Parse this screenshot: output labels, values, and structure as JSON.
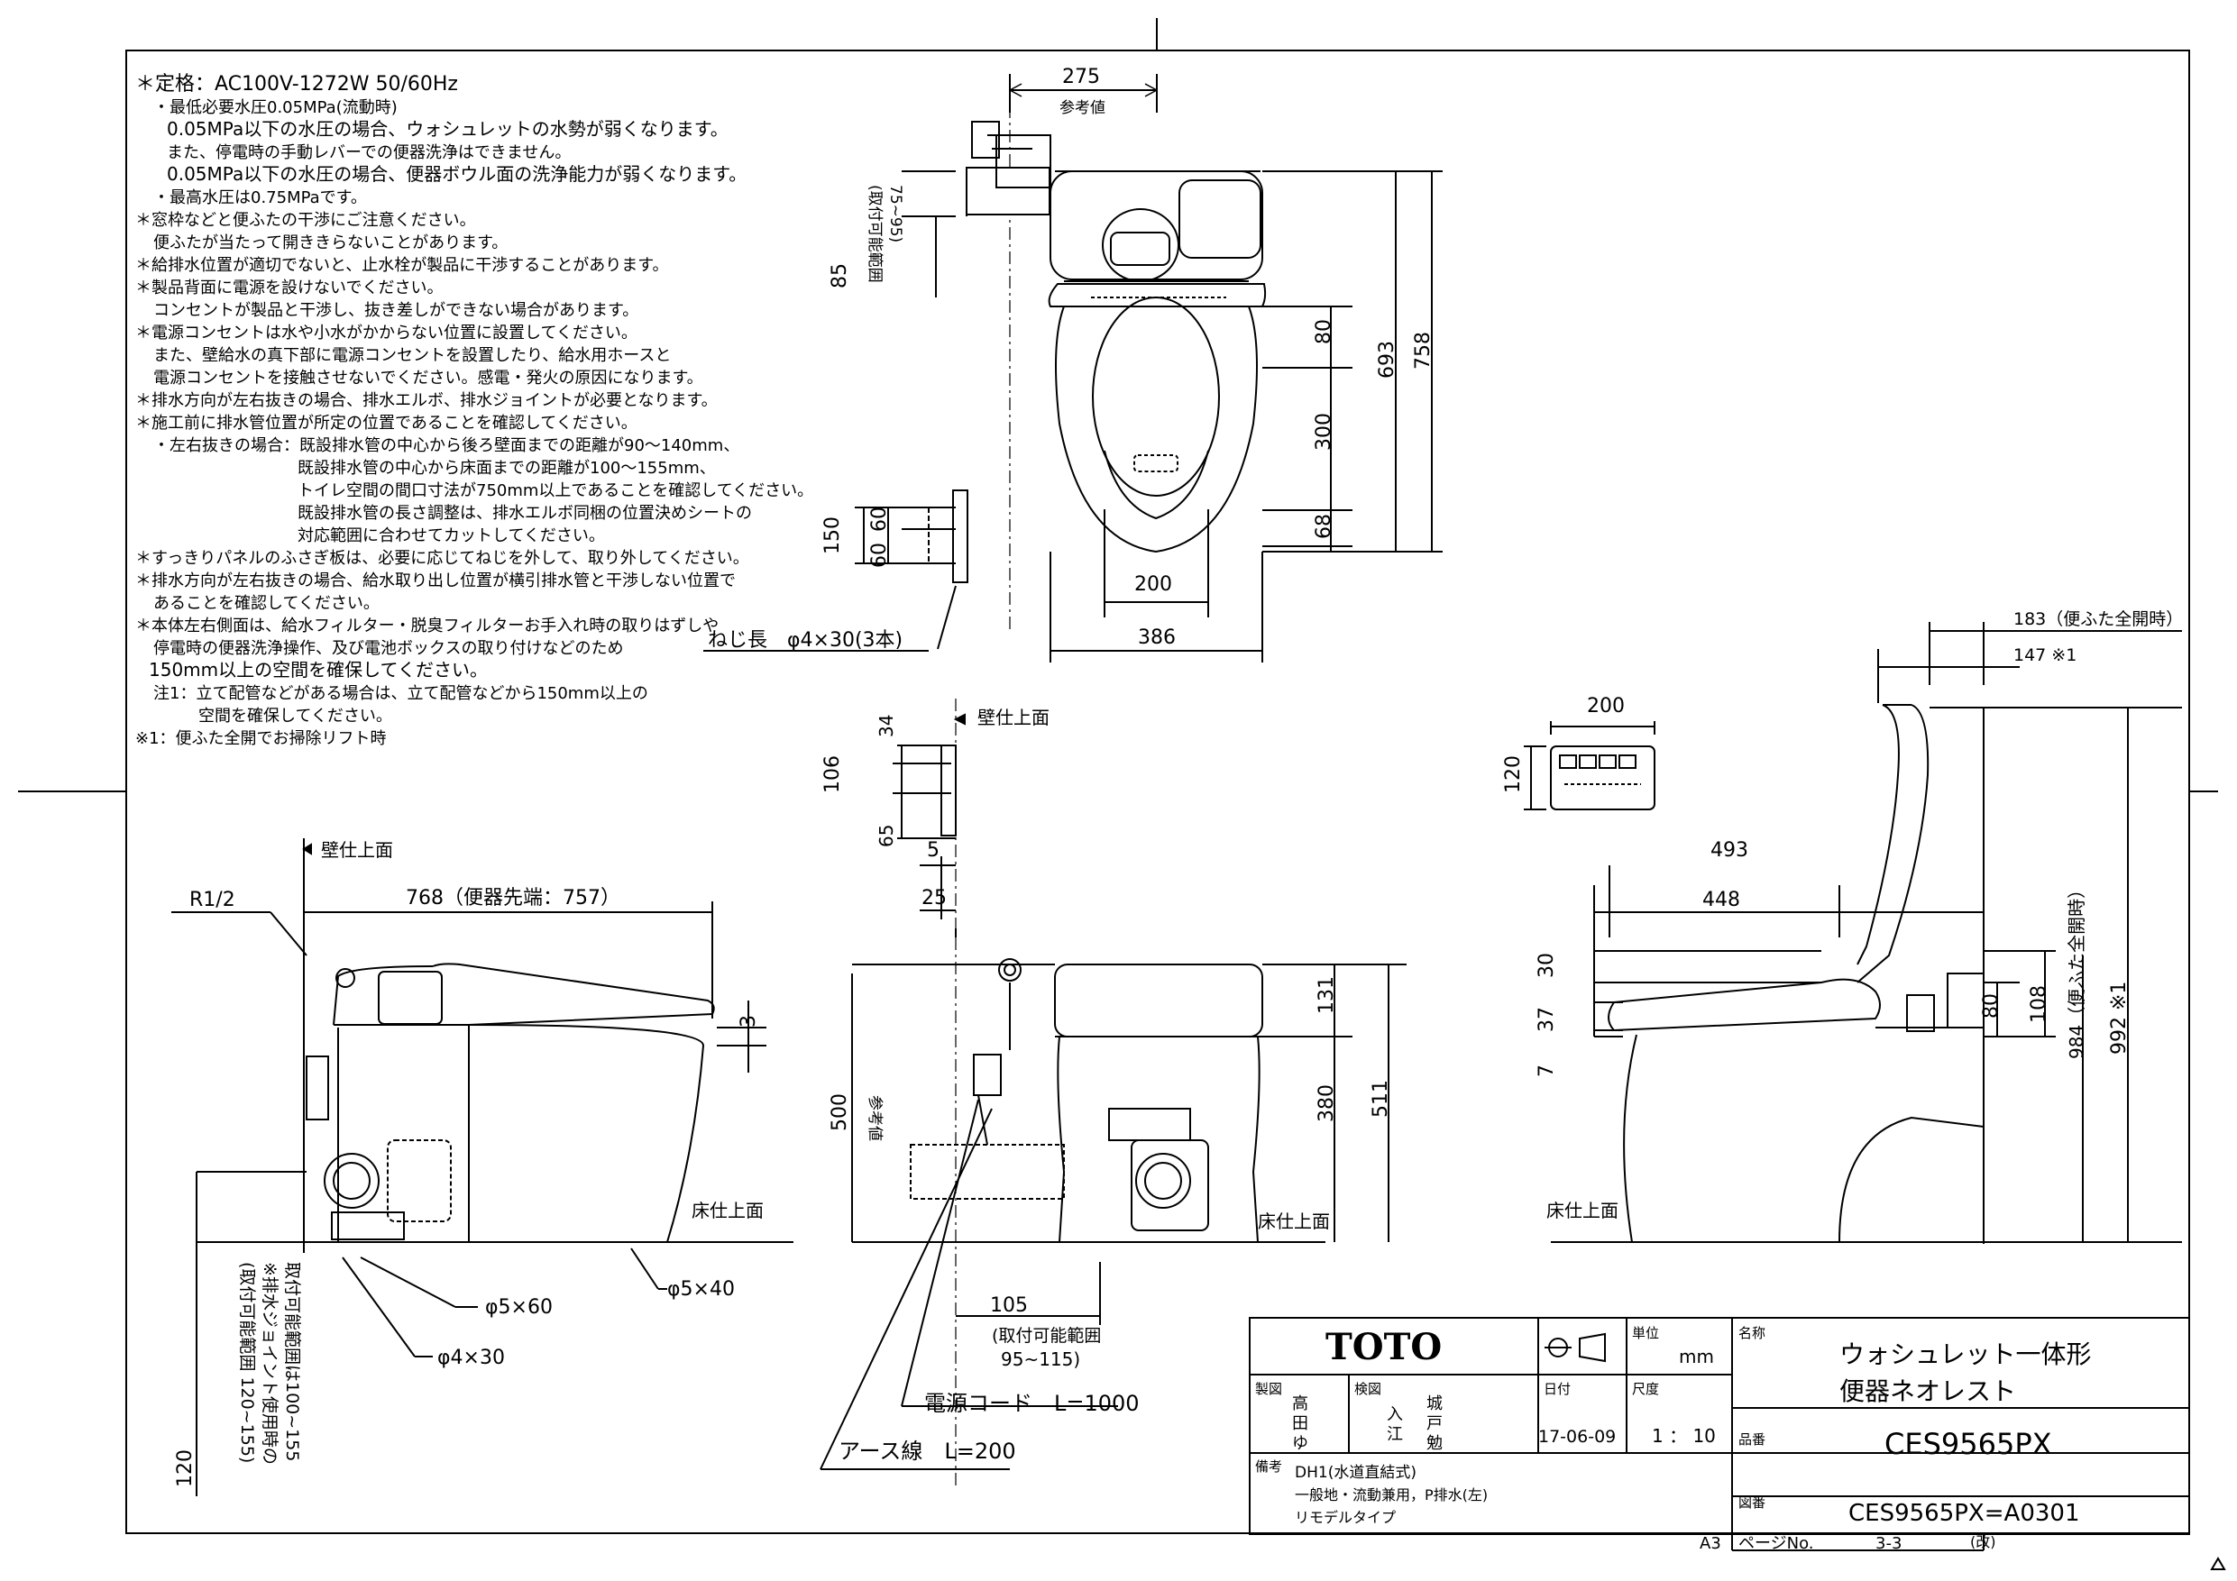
{
  "notes": [
    "＊定格：AC100V-1272W 50/60Hz",
    "・最低必要水圧0.05MPa(流動時)",
    "0.05MPa以下の水圧の場合、ウォシュレットの水勢が弱くなります。",
    "また、停電時の手動レバーでの便器洗浄はできません。",
    "0.05MPa以下の水圧の場合、便器ボウル面の洗浄能力が弱くなります。",
    "・最高水圧は0.75MPaです。",
    "＊窓枠などと便ふたの干渉にご注意ください。",
    "便ふたが当たって開ききらないことがあります。",
    "＊給排水位置が適切でないと、止水栓が製品に干渉することがあります。",
    "＊製品背面に電源を設けないでください。",
    "コンセントが製品と干渉し、抜き差しができない場合があります。",
    "＊電源コンセントは水や小水がかからない位置に設置してください。",
    "また、壁給水の真下部に電源コンセントを設置したり、給水用ホースと",
    "電源コンセントを接触させないでください。感電・発火の原因になります。",
    "＊排水方向が左右抜きの場合、排水エルボ、排水ジョイントが必要となります。",
    "＊施工前に排水管位置が所定の位置であることを確認してください。",
    "・左右抜きの場合：既設排水管の中心から後ろ壁面までの距離が90～140mm、",
    "既設排水管の中心から床面までの距離が100～155mm、",
    "トイレ空間の間口寸法が750mm以上であることを確認してください。",
    "既設排水管の長さ調整は、排水エルボ同梱の位置決めシートの",
    "対応範囲に合わせてカットしてください。",
    "＊すっきりパネルのふさぎ板は、必要に応じてねじを外して、取り外してください。",
    "＊排水方向が左右抜きの場合、給水取り出し位置が横引排水管と干渉しない位置で",
    "あることを確認してください。",
    "＊本体左右側面は、給水フィルター・脱臭フィルターお手入れ時の取りはずしや",
    "停電時の便器洗浄操作、及び電池ボックスの取り付けなどのため",
    "150mm以上の空間を確保してください。",
    "注1：立て配管などがある場合は、立て配管などから150mm以上の",
    "空間を確保してください。",
    "※1：便ふた全開でお掃除リフト時"
  ],
  "dims": {
    "top_width": "275",
    "ref_value": "参考値",
    "range_label_a": "(取付可能範囲",
    "range_a": "75~95)",
    "d85": "85",
    "d80a": "80",
    "d693": "693",
    "d758": "758",
    "d300": "300",
    "d68": "68",
    "d200a": "200",
    "d386": "386",
    "d150": "150",
    "d60a": "60",
    "d60b": "60",
    "screw": "ねじ長　φ4×30(3本)",
    "wall_face": "壁仕上面",
    "d34": "34",
    "d106": "106",
    "d65": "65",
    "d5": "5",
    "d25": "25",
    "r12": "R1/2",
    "wall_face2": "壁仕上面",
    "d768": "768（便器先端：757）",
    "d3": "3",
    "floor_face": "床仕上面",
    "phi560": "φ5×60",
    "phi540": "φ5×40",
    "phi430": "φ4×30",
    "range_b1": "(取付可能範囲 120~155)",
    "range_b2": "※排水ジョイント使用時の",
    "range_b3": "取付可能範囲は100~155",
    "d120a": "120",
    "d500": "500",
    "ref_value2": "参考値",
    "d131": "131",
    "d380": "380",
    "d511": "511",
    "floor_face2": "床仕上面",
    "d105": "105",
    "range_c1": "(取付可能範囲",
    "range_c2": "95~115)",
    "power_cord": "電源コード　L=1000",
    "earth_wire": "アース線　L=200",
    "d183": "183（便ふた全開時）",
    "d147": "147 ※1",
    "d200b": "200",
    "d120b": "120",
    "d493": "493",
    "d448": "448",
    "d30": "30",
    "d37": "37",
    "d7": "7",
    "d80b": "80",
    "d108": "108",
    "d984": "984（便ふた全開時）",
    "d992": "992 ※1",
    "floor_face3": "床仕上面"
  },
  "title_block": {
    "logo": "TOTO",
    "unit_label": "単位",
    "unit": "mm",
    "name_label": "名称",
    "name1": "ウォシュレット一体形",
    "name2": "便器ネオレスト",
    "drawn_label": "製図",
    "drawn1": "高",
    "drawn2": "田",
    "drawn3": "ゆ",
    "check_label": "検図",
    "check1": "入",
    "check2": "江",
    "check3": "城",
    "check4": "戸",
    "check5": "勉",
    "date_label": "日付",
    "date": "17-06-09",
    "scale_label": "尺度",
    "scale": "1 ： 10",
    "part_label": "品番",
    "part": "CES9565PX",
    "remarks_label": "備考",
    "remarks1": "DH1(水道直結式)",
    "remarks2": "一般地・流動兼用，P排水(左)",
    "remarks3": "リモデルタイプ",
    "drawing_label": "図番",
    "drawing_no": "CES9565PX=A0301",
    "sheet_size": "A3",
    "page_label": "ページNo.",
    "page": "3-3",
    "rev_label": "(改)"
  }
}
